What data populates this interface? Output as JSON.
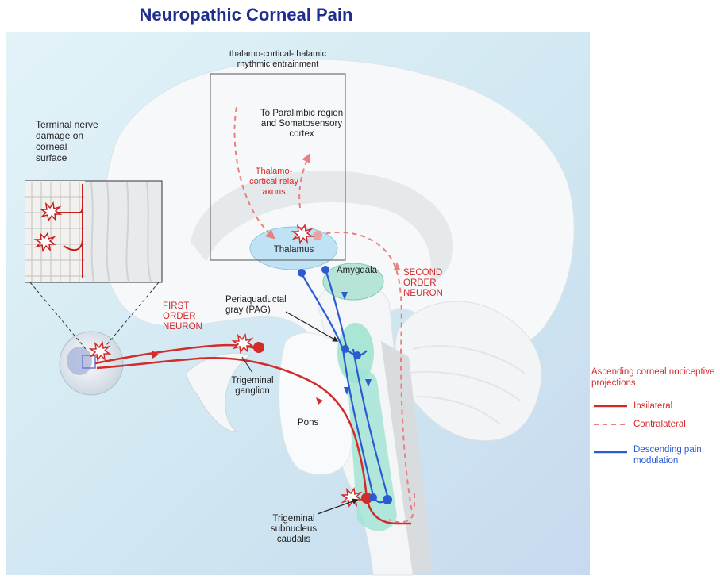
{
  "title": "Neuropathic Corneal Pain",
  "labels": {
    "box_caption": "thalamo-cortical-thalamic rhythmic entrainment",
    "paralimbic": "To Paralimbic region and Somatosensory cortex",
    "relay_axons": "Thalamo-cortical relay axons",
    "thalamus": "Thalamus",
    "amygdala": "Amygdala",
    "second_order": "SECOND ORDER NEURON",
    "first_order": "FIRST ORDER NEURON",
    "pag": "Periaquaductal gray (PAG)",
    "trigeminal_ganglion": "Trigeminal ganglion",
    "pons": "Pons",
    "subnucleus": "Trigeminal subnucleus caudalis",
    "terminal_damage": "Terminal nerve damage on corneal surface"
  },
  "legend": {
    "title": "Ascending corneal nociceptive projections",
    "ipsilateral": "Ipsilateral",
    "contralateral": "Contralateral",
    "descending": "Descending pain modulation"
  },
  "colors": {
    "title": "#1f2d8c",
    "ipsilateral": "#d32a2a",
    "contralateral": "#e88080",
    "descending": "#2a5bd3",
    "brain": "#f7f8f9",
    "background": "#d6ecf5",
    "nucleus": "#9fe3d3"
  }
}
